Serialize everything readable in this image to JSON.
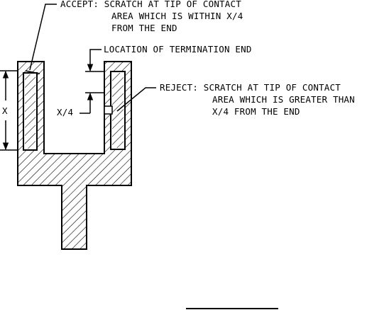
{
  "labels": {
    "accept_line1": "ACCEPT: SCRATCH AT TIP OF CONTACT",
    "accept_line2": "AREA WHICH IS WITHIN X/4",
    "accept_line3": "FROM THE END",
    "location": "LOCATION OF TERMINATION END",
    "reject_line1": "REJECT: SCRATCH AT TIP OF CONTACT",
    "reject_line2": "AREA WHICH IS GREATER THAN",
    "reject_line3": "X/4 FROM THE END",
    "dim_x": "X",
    "dim_x4": "X/4"
  },
  "colors": {
    "ink": "#000000",
    "background": "#ffffff"
  }
}
